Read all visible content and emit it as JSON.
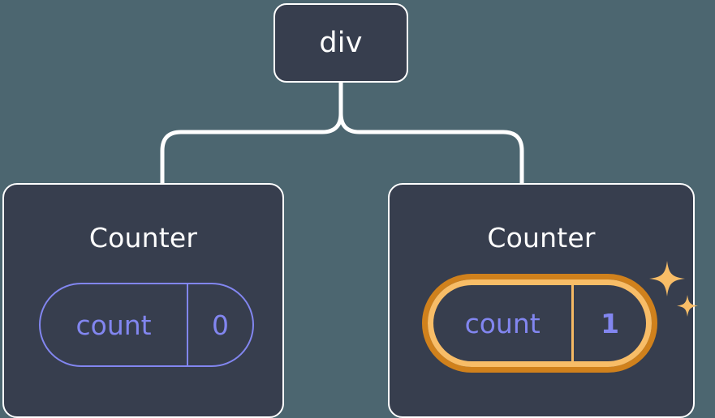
{
  "diagram": {
    "type": "component-tree",
    "background_color": "#4c6670",
    "node_fill_color": "#373e4e",
    "node_border_color": "#ffffff",
    "connector_color": "#ffffff",
    "state_color": "#8286f0",
    "highlight_outer_color": "#d0811c",
    "highlight_inner_color": "#f8bd67",
    "sparkle_color": "#f8bd67"
  },
  "root": {
    "label": "div"
  },
  "children": [
    {
      "title": "Counter",
      "state": {
        "key": "count",
        "value": "0"
      },
      "highlighted": false,
      "sparkles": false
    },
    {
      "title": "Counter",
      "state": {
        "key": "count",
        "value": "1"
      },
      "highlighted": true,
      "sparkles": true,
      "sparkle_icons": [
        "sparkle-large",
        "sparkle-small"
      ]
    }
  ]
}
